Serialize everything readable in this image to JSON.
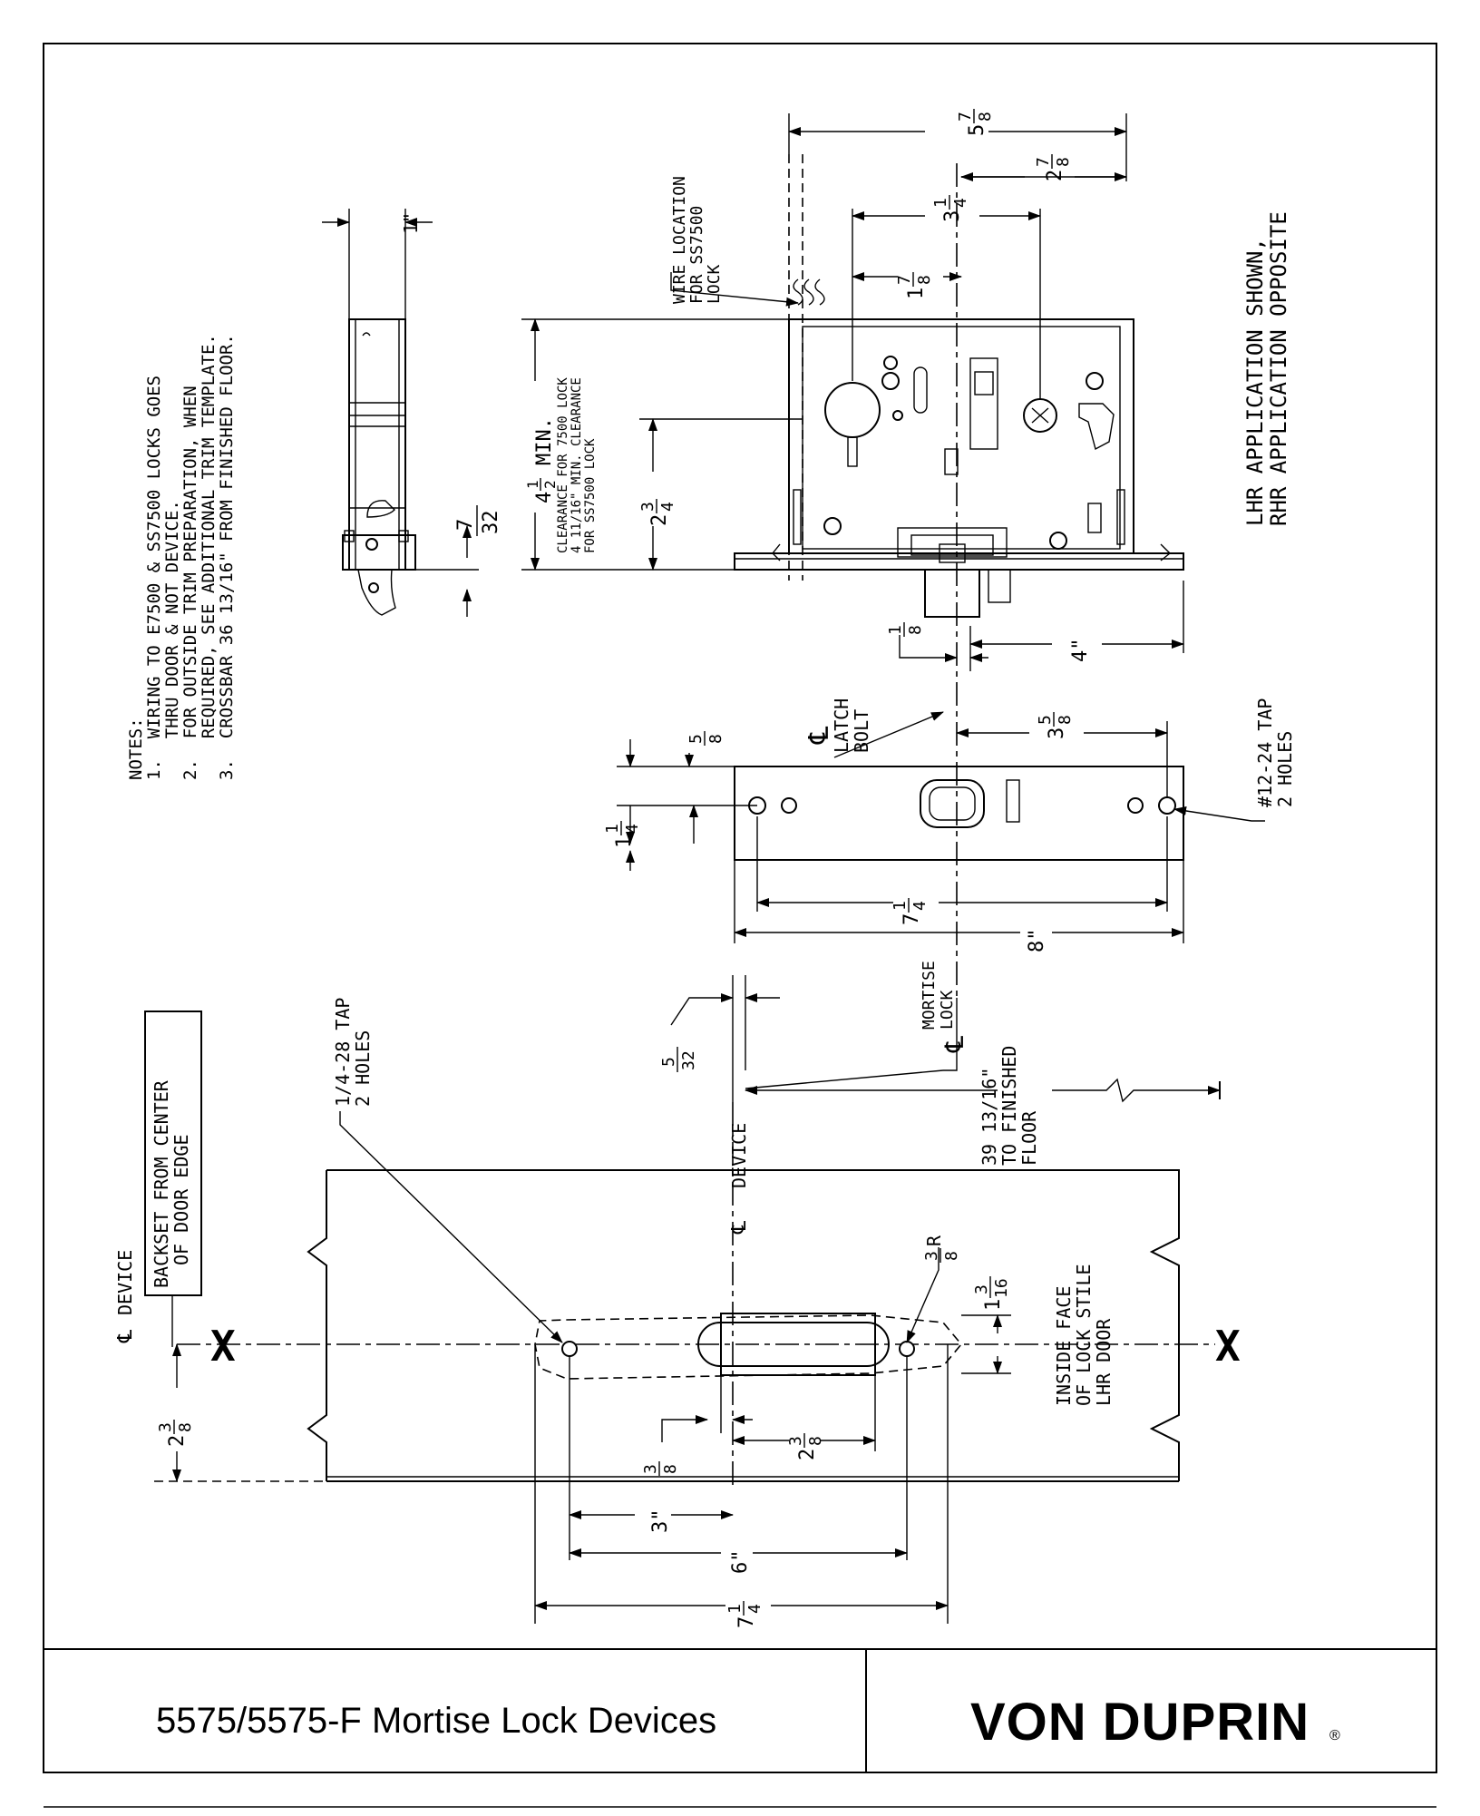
{
  "notes": {
    "heading": "NOTES:",
    "lines": [
      "1.  WIRING TO E7500 & SS7500 LOCKS GOES",
      "    THRU DOOR & NOT DEVICE.",
      "2.  FOR OUTSIDE TRIM PREPARATION, WHEN",
      "    REQUIRED, SEE ADDITIONAL TRIM TEMPLATE.",
      "3.  CROSSBAR 36 13/16\" FROM FINISHED FLOOR."
    ]
  },
  "application": {
    "line1": "LHR APPLICATION SHOWN,",
    "line2": "RHR APPLICATION OPPOSITE"
  },
  "callouts": {
    "wire_location_1": "WIRE LOCATION",
    "wire_location_2": "FOR SS7500",
    "wire_location_3": "LOCK",
    "min_clear": "MIN.",
    "clearance_1": "CLEARANCE FOR 7500 LOCK",
    "clearance_2": "4 11/16\" MIN. CLEARANCE",
    "clearance_3": "FOR SS7500 LOCK",
    "latch_bolt_1": "LATCH",
    "latch_bolt_2": "BOLT",
    "tap_12_1": "#12-24 TAP",
    "tap_12_2": "2 HOLES",
    "mortise_lock_1": "MORTISE",
    "mortise_lock_2": "LOCK",
    "finished_floor_1": "39 13/16\"",
    "finished_floor_2": "TO FINISHED",
    "finished_floor_3": "FLOOR",
    "device_center": "DEVICE",
    "device_left": "DEVICE",
    "backset_1": "BACKSET FROM CENTER",
    "backset_2": "OF DOOR EDGE",
    "tap_14_1": "1/4-28 TAP",
    "tap_14_2": "2 HOLES",
    "radius": "R",
    "inside_face_1": "INSIDE FACE",
    "inside_face_2": "OF LOCK STILE",
    "inside_face_3": "LHR DOOR",
    "cross_mark": "X"
  },
  "dimensions": {
    "d_5_7_8": "5",
    "d_5_7_8_n": "7",
    "d_5_7_8_d": "8",
    "d_2_7_8": "2",
    "d_2_7_8_n": "7",
    "d_2_7_8_d": "8",
    "d_3_1_4": "3",
    "d_3_1_4_n": "1",
    "d_3_1_4_d": "4",
    "d_1_7_8": "1",
    "d_1_7_8_n": "7",
    "d_1_7_8_d": "8",
    "d_1in": "1\"",
    "d_4_1_2": "4",
    "d_4_1_2_n": "1",
    "d_4_1_2_d": "2",
    "d_2_3_4": "2",
    "d_2_3_4_n": "3",
    "d_2_3_4_d": "4",
    "d_7_32_n": "7",
    "d_7_32_d": "32",
    "d_1_8_n": "1",
    "d_1_8_d": "8",
    "d_4in": "4\"",
    "d_5_8_n": "5",
    "d_5_8_d": "8",
    "d_3_5_8": "3",
    "d_3_5_8_n": "5",
    "d_3_5_8_d": "8",
    "d_1_1_4": "1",
    "d_1_1_4_n": "1",
    "d_1_1_4_d": "4",
    "d_7_1_4": "7",
    "d_7_1_4_n": "1",
    "d_7_1_4_d": "4",
    "d_8in": "8\"",
    "d_5_32_n": "5",
    "d_5_32_d": "32",
    "d_3_8R_n": "3",
    "d_3_8R_d": "8",
    "d_1_3_16": "1",
    "d_1_3_16_n": "3",
    "d_1_3_16_d": "16",
    "d_2_3_8": "2",
    "d_2_3_8_n": "3",
    "d_2_3_8_d": "8",
    "d_3_8_n": "3",
    "d_3_8_d": "8",
    "d_2_3_8b": "2",
    "d_2_3_8b_n": "3",
    "d_2_3_8b_d": "8",
    "d_3in": "3\"",
    "d_6in": "6\"",
    "d_7_1_4b": "7",
    "d_7_1_4b_n": "1",
    "d_7_1_4b_d": "4"
  },
  "title_block": {
    "title": "5575/5575-F Mortise Lock Devices",
    "brand": "VON DUPRIN",
    "registered": "®"
  }
}
